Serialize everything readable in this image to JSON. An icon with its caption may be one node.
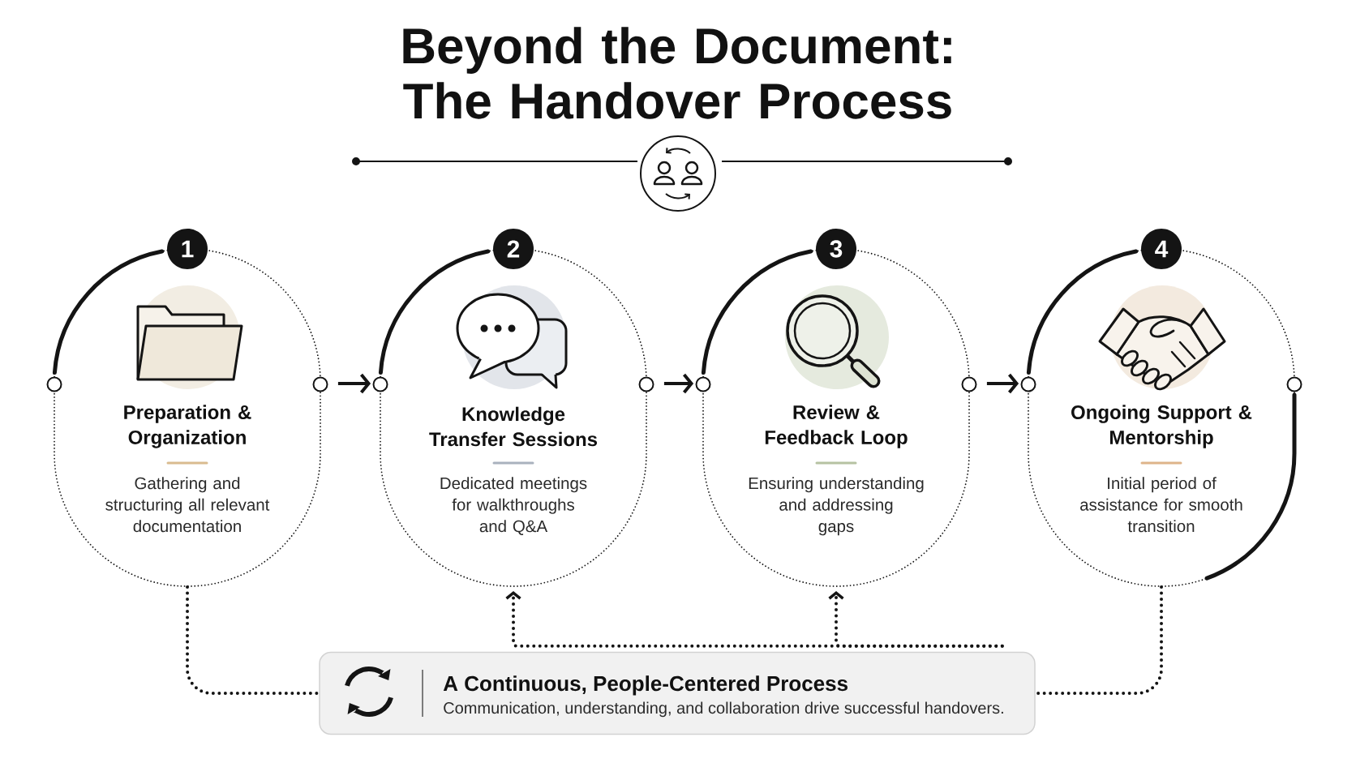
{
  "diagram": {
    "title": "Beyond the Document: The Handover Process",
    "nodes": [
      {
        "text": [
          "1"
        ]
      },
      {
        "text": [
          "Preparation & Organization",
          "Gathering and structuring all relevant documentation"
        ]
      },
      {
        "text": [
          "2"
        ]
      },
      {
        "text": [
          "Knowledge Transfer Sessions",
          "Dedicated meetings for walkthroughs and Q&A"
        ]
      },
      {
        "text": [
          "3"
        ]
      },
      {
        "text": [
          "Review & Feedback Loop",
          "Ensuring understanding and addressing gaps"
        ]
      },
      {
        "text": [
          "4"
        ]
      },
      {
        "text": [
          "Ongoing Support & Mentorship",
          "Initial period of assistance for smooth transition"
        ]
      },
      {
        "text": [
          "A Continuous, People-Centered Process",
          "Communication, understanding, and collaboration drive successful handovers."
        ]
      }
    ],
    "edges": [
      {
        "from": 1,
        "to": 3,
        "arrow": "to"
      },
      {
        "from": 3,
        "to": 5,
        "arrow": "to"
      },
      {
        "from": 5,
        "to": 7,
        "arrow": "to"
      },
      {
        "from": 1,
        "to": 8,
        "arrow": "none",
        "style": "dashed"
      },
      {
        "from": 8,
        "to": 3,
        "arrow": "to",
        "style": "dashed"
      },
      {
        "from": 8,
        "to": 5,
        "arrow": "to",
        "style": "dashed"
      },
      {
        "from": 7,
        "to": 8,
        "arrow": "none",
        "style": "dashed"
      }
    ]
  }
}
